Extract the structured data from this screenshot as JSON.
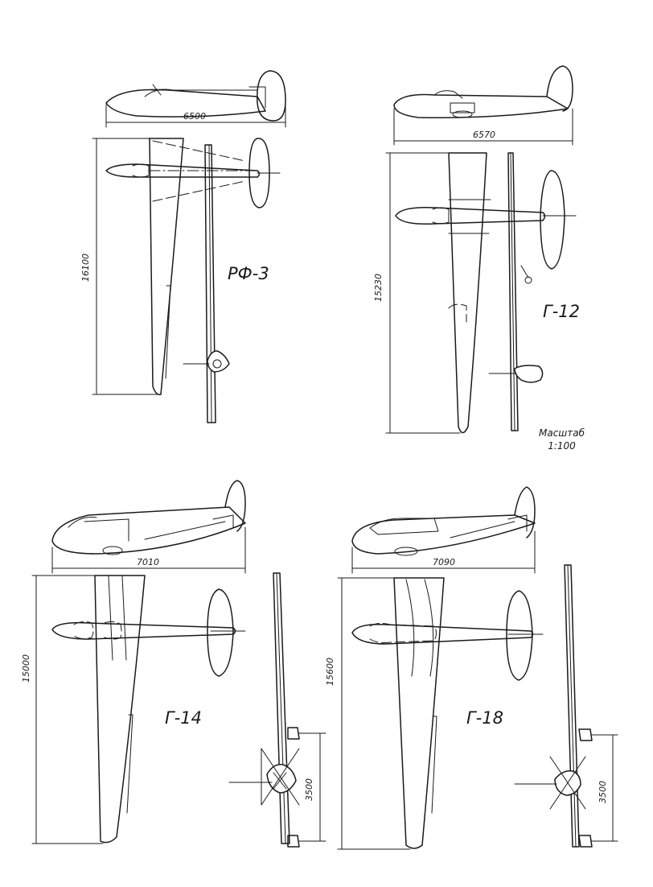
{
  "gliders": [
    {
      "name": "РФ-3",
      "length": "6500",
      "span": "16100"
    },
    {
      "name": "Г-12",
      "length": "6570",
      "span": "15230"
    },
    {
      "name": "Г-14",
      "length": "7010",
      "span": "15000",
      "track": "3500"
    },
    {
      "name": "Г-18",
      "length": "7090",
      "span": "15600",
      "track": "3500"
    }
  ],
  "scale": {
    "label": "Масштаб",
    "value": "1:100"
  }
}
